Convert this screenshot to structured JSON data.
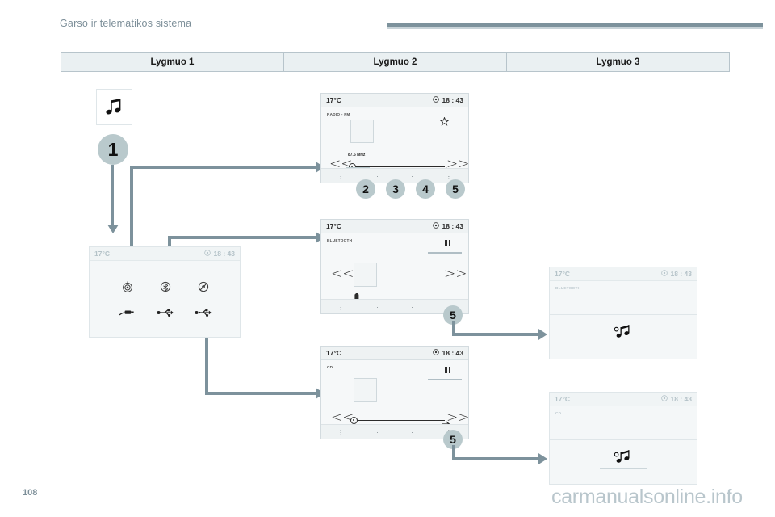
{
  "document": {
    "title": "Garso ir telematikos sistema",
    "page_number": "108",
    "watermark": "carmanualsonline.info"
  },
  "level_table": {
    "columns": [
      "Lygmuo 1",
      "Lygmuo 2",
      "Lygmuo 3"
    ]
  },
  "steps": {
    "step1": "1",
    "step2": "2",
    "step3": "3",
    "step4": "4",
    "step5": "5",
    "step5b": "5",
    "step5c": "5"
  },
  "level1": {
    "note_icon": "music-note-icon",
    "source_menu": {
      "temperature": "17°C",
      "clock": "18 : 43",
      "clock_icon": "clock-icon",
      "sources": [
        {
          "icon": "radio-antenna-icon",
          "label": ""
        },
        {
          "icon": "bluetooth-icon",
          "label": ""
        },
        {
          "icon": "cd-disc-icon",
          "label": ""
        },
        {
          "icon": "aux-jack-icon",
          "label": ""
        },
        {
          "icon": "usb-icon",
          "label": ""
        },
        {
          "icon": "usb-icon",
          "label": ""
        }
      ]
    }
  },
  "screens": {
    "radio": {
      "temperature": "17°C",
      "clock": "18 : 43",
      "clock_icon": "clock-icon",
      "source_label": "RADIO - FM",
      "favourite_icon": "star-icon",
      "frequency": "87.6 MHz",
      "prev_icon": "rewind-icon",
      "next_icon": "fast-forward-icon",
      "nav_items": [
        "menu-icon",
        "dot-icon",
        "dot-icon",
        "menu-icon"
      ]
    },
    "bluetooth": {
      "temperature": "17°C",
      "clock": "18 : 43",
      "clock_icon": "clock-icon",
      "source_label": "BLUETOOTH",
      "pause_icon": "pause-icon",
      "phone_icon": "phone-battery-icon",
      "prev_icon": "rewind-icon",
      "next_icon": "fast-forward-icon",
      "nav_items": [
        "menu-icon",
        "dot-icon",
        "dot-icon",
        "menu-icon"
      ]
    },
    "cd": {
      "temperature": "17°C",
      "clock": "18 : 43",
      "clock_icon": "clock-icon",
      "source_label": "CD",
      "pause_icon": "pause-icon",
      "repeat_icon": "repeat-icon",
      "shuffle_icon": "shuffle-icon",
      "prev_icon": "rewind-icon",
      "next_icon": "fast-forward-icon",
      "nav_items": [
        "menu-icon",
        "dot-icon",
        "dot-icon",
        "menu-icon"
      ]
    },
    "bluetooth_detail": {
      "temperature": "17°C",
      "clock": "18 : 43",
      "clock_icon": "clock-icon",
      "source_label": "BLUETOOTH",
      "content_icon": "music-note-icon"
    },
    "cd_detail": {
      "temperature": "17°C",
      "clock": "18 : 43",
      "clock_icon": "clock-icon",
      "source_label": "CD",
      "content_icon": "music-note-icon"
    }
  },
  "colors": {
    "accent": "#7d929c",
    "badge": "#b9c9cc",
    "table_fill": "#eaf0f2",
    "table_border": "#b7c4cb",
    "title_text": "#7d8f99",
    "screen_bg": "#f2f5f6"
  }
}
